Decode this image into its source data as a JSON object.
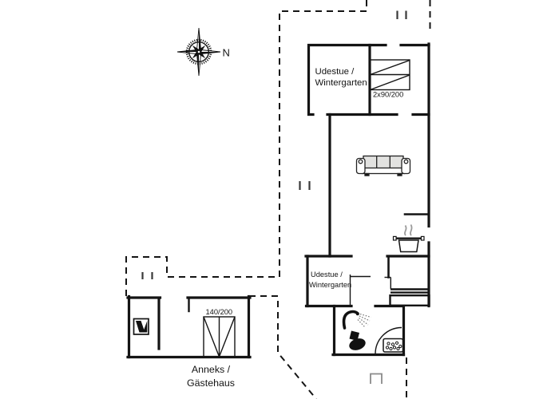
{
  "plan": {
    "background": "#ffffff",
    "line_color": "#141414",
    "compass": {
      "north_label": "N"
    },
    "rooms": {
      "conservatory_top": {
        "name_line1": "Udestue /",
        "name_line2": "Wintergarten"
      },
      "conservatory_lower": {
        "name_line1": "Udestue /",
        "name_line2": "Wintergarten"
      },
      "annex": {
        "name_line1": "Anneks /",
        "name_line2": "Gästehaus"
      }
    },
    "fixtures": {
      "twin_bed_label": "2x90/200",
      "double_bed_label": "140/200"
    },
    "icons": {
      "compass_rose": "compass-rose-icon",
      "sofa": "sofa-icon",
      "twin_bed": "twin-bed-icon",
      "double_bed": "double-bed-icon",
      "cooking_pot": "cooking-pot-icon",
      "toilet": "toilet-icon",
      "shower": "shower-icon",
      "washbasin": "washbasin-icon",
      "wardrobe": "wardrobe-icon",
      "door_swing": "door-swing-arc"
    }
  }
}
